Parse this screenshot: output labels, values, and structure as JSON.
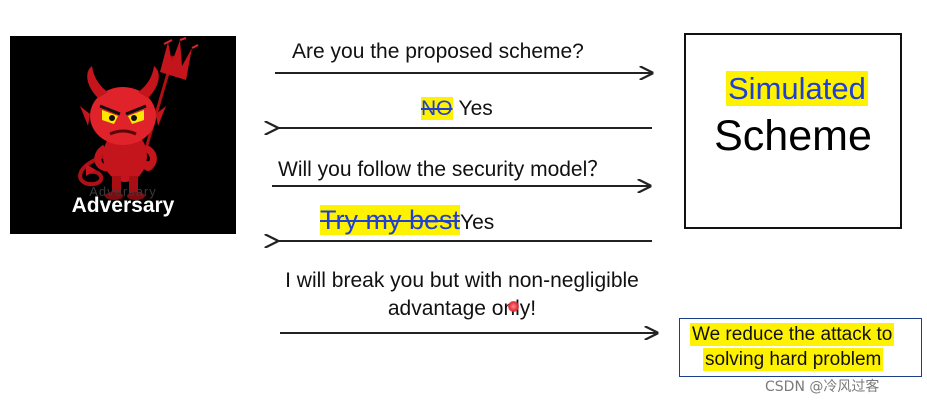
{
  "adversary": {
    "label": "Adversary",
    "caption_faint": "Adversary"
  },
  "scheme": {
    "highlight_word": "Simulated",
    "word": "Scheme"
  },
  "messages": {
    "question_1": "Are you the proposed scheme?",
    "answer_1_struck": "NO",
    "answer_1": "Yes",
    "question_2": "Will you follow the security model？",
    "answer_2_struck": "Try my best",
    "answer_2": "Yes",
    "final_line_1": "I will break you but with non-negligible",
    "final_line_2": "advantage only!"
  },
  "conclusion": {
    "line_1": "We reduce the attack to",
    "line_2": "solving hard problem"
  },
  "watermark": "CSDN @冷风过客",
  "colors": {
    "highlight": "#fff200",
    "blue_text": "#1f3fd6",
    "devil_red": "#d8161d",
    "conclusion_border": "#1b3f8a"
  }
}
